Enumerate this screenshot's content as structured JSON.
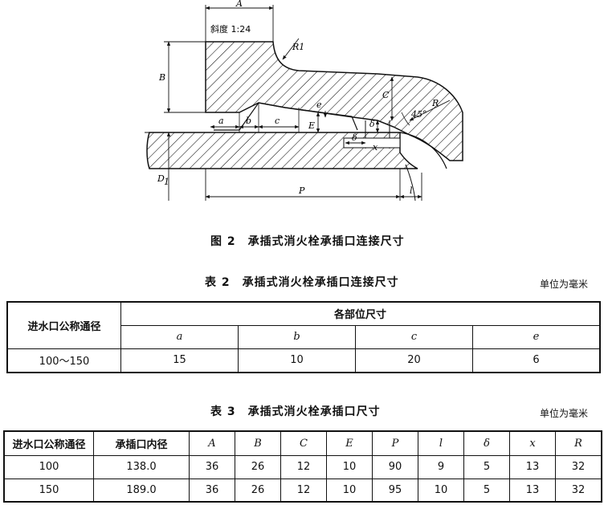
{
  "drawing": {
    "slope_label": "斜度 1:24",
    "dims": {
      "A": "A",
      "B": "B",
      "C": "C",
      "D1": "D",
      "D1_sub": "1",
      "E": "E",
      "P": "P",
      "l": "l",
      "R": "R",
      "R1": "R1",
      "a": "a",
      "b": "b",
      "c": "c",
      "e": "e",
      "delta": "δ",
      "x": "x",
      "angle": "45°"
    }
  },
  "figure_caption": "图 2　承插式消火栓承插口连接尺寸",
  "table2": {
    "caption": "表 2　承插式消火栓承插口连接尺寸",
    "unit": "单位为毫米",
    "row_header": "进水口公称通径",
    "group_header": "各部位尺寸",
    "columns": [
      "a",
      "b",
      "c",
      "e"
    ],
    "rows": [
      {
        "dn": "100～150",
        "values": [
          "15",
          "10",
          "20",
          "6"
        ]
      }
    ]
  },
  "table3": {
    "caption": "表 3　承插式消火栓承插口尺寸",
    "unit": "单位为毫米",
    "headers": [
      "进水口公称通径",
      "承插口内径",
      "A",
      "B",
      "C",
      "E",
      "P",
      "l",
      "δ",
      "x",
      "R"
    ],
    "rows": [
      [
        "100",
        "138.0",
        "36",
        "26",
        "12",
        "10",
        "90",
        "9",
        "5",
        "13",
        "32"
      ],
      [
        "150",
        "189.0",
        "36",
        "26",
        "12",
        "10",
        "95",
        "10",
        "5",
        "13",
        "32"
      ]
    ]
  }
}
